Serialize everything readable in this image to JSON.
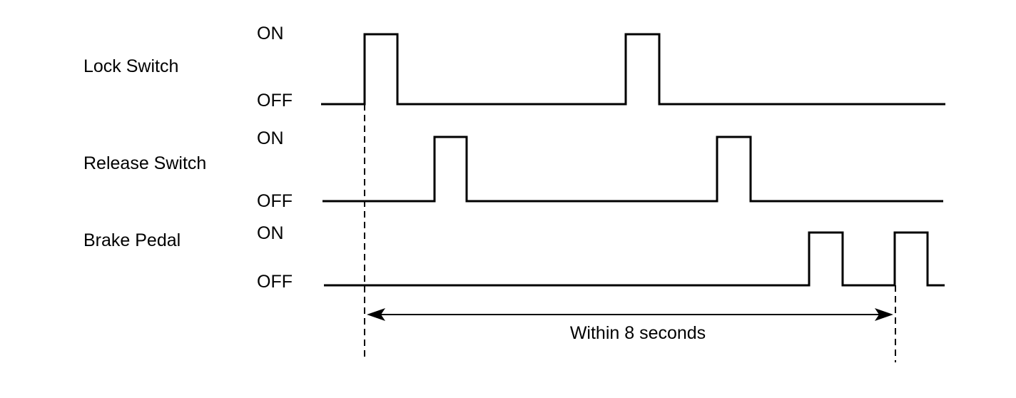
{
  "diagram": {
    "signals": [
      {
        "name": "Lock Switch",
        "on_label": "ON",
        "off_label": "OFF"
      },
      {
        "name": "Release Switch",
        "on_label": "ON",
        "off_label": "OFF"
      },
      {
        "name": "Brake Pedal",
        "on_label": "ON",
        "off_label": "OFF"
      }
    ],
    "interval_label": "Within 8 seconds",
    "line_color": "#000000",
    "background_color": "#ffffff"
  }
}
